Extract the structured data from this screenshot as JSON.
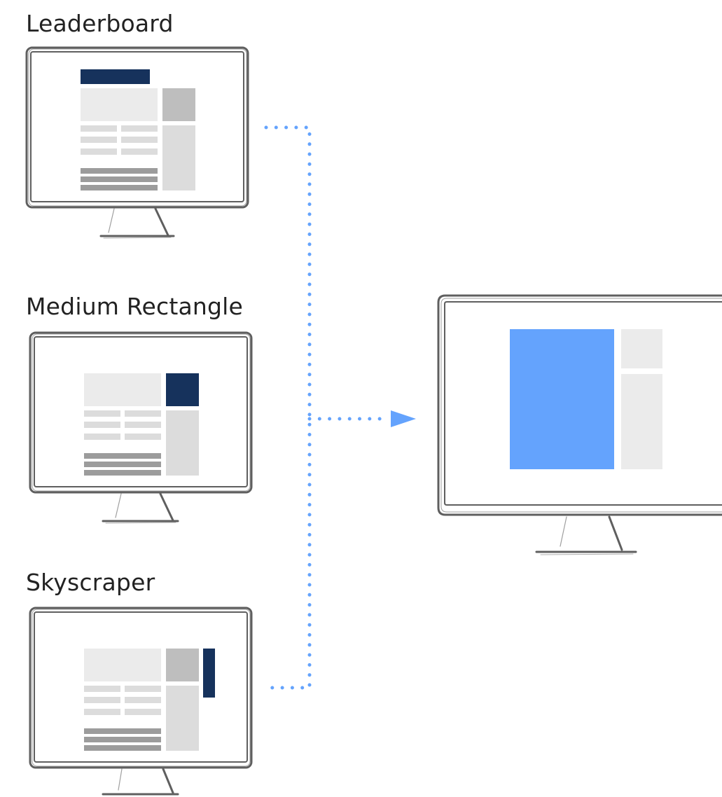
{
  "labels": {
    "leaderboard": "Leaderboard",
    "medium_rectangle": "Medium Rectangle",
    "skyscraper": "Skyscraper"
  },
  "colors": {
    "ad_navy": "#16325c",
    "ad_blue": "#64a3fd",
    "connector": "#64a3fd",
    "frame": "#5a5a5a",
    "block_light": "#ebebeb",
    "block_mid": "#dcdcdc",
    "block_gray": "#bebebe",
    "block_dark": "#9c9c9c"
  }
}
